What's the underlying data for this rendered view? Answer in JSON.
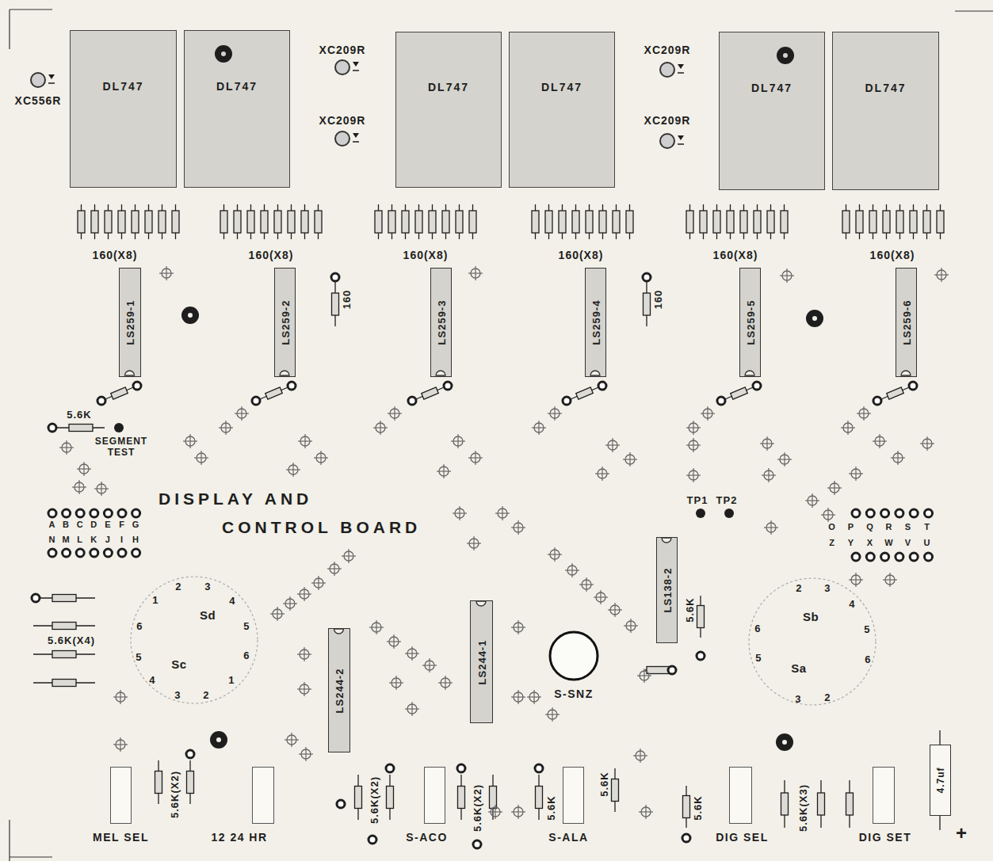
{
  "diagram": {
    "title": "DISPLAY AND CONTROL BOARD",
    "nodes": [
      {
        "text": [
          "DL747"
        ]
      },
      {
        "text": [
          "DL747"
        ]
      },
      {
        "text": [
          "DL747"
        ]
      },
      {
        "text": [
          "DL747"
        ]
      },
      {
        "text": [
          "DL747"
        ]
      },
      {
        "text": [
          "DL747"
        ]
      },
      {
        "text": [
          "LS259-1"
        ]
      },
      {
        "text": [
          "LS259-2"
        ]
      },
      {
        "text": [
          "LS259-3"
        ]
      },
      {
        "text": [
          "LS259-4"
        ]
      },
      {
        "text": [
          "LS259-5"
        ]
      },
      {
        "text": [
          "LS259-6"
        ]
      },
      {
        "text": [
          "LS138-2"
        ]
      },
      {
        "text": [
          "2",
          "3",
          "1",
          "4",
          "Sd",
          "6",
          "5",
          "5",
          "6",
          "Sc",
          "4",
          "1",
          "3",
          "2"
        ]
      },
      {
        "text": [
          "2",
          "3",
          "4",
          "Sb",
          "6",
          "5",
          "5",
          "6",
          "Sa",
          "3",
          "2"
        ]
      },
      {
        "text": [
          "LS244-1"
        ]
      },
      {
        "text": [
          "LS244-2"
        ]
      },
      {
        "text": [
          "S-SNZ"
        ]
      },
      {
        "text": [
          "4.7uf"
        ]
      },
      {
        "text": [
          "MEL SEL"
        ]
      },
      {
        "text": [
          "12 24 HR"
        ]
      },
      {
        "text": [
          "S-ACO"
        ]
      },
      {
        "text": [
          "S-ALA"
        ]
      },
      {
        "text": [
          "DIG SEL"
        ]
      },
      {
        "text": [
          "DIG SET"
        ]
      }
    ],
    "labels": [
      "XC209R",
      "XC209R",
      "XC556R",
      "XC209R",
      "XC209R",
      "160(X8)",
      "160(X8)",
      "160(X8)",
      "160(X8)",
      "160(X8)",
      "160(X8)",
      "160",
      "160",
      "5.6K",
      "SEGMENT TEST",
      "TP1",
      "TP2",
      "A",
      "B",
      "C",
      "D",
      "E",
      "F",
      "G",
      "O",
      "P",
      "Q",
      "R",
      "S",
      "T",
      "N",
      "M",
      "L",
      "K",
      "J",
      "I",
      "H",
      "Z",
      "Y",
      "X",
      "W",
      "V",
      "U",
      "5.6K",
      "5.6K(X4)",
      "5.6K",
      "5.6K(X2)",
      "5.6K(X2)",
      "5.6K(X2)",
      "5.6K",
      "5.6K",
      "5.6K(X3)",
      "+"
    ]
  }
}
